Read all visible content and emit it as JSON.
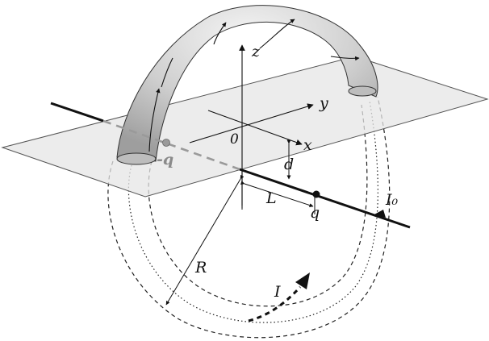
{
  "labels": {
    "z": "z",
    "y": "y",
    "x": "x",
    "origin": "0",
    "d": "d",
    "L": "L",
    "q": "q",
    "neg_q": "-q",
    "R": "R",
    "I": "I",
    "I0": "I₀"
  },
  "colors": {
    "plane_fill": "#dcdcdc",
    "plane_stroke": "#555555",
    "torus_fill": "#d0d0d0",
    "wire": "#111111",
    "image_wire": "#9a9a9a",
    "ink": "#111111"
  }
}
